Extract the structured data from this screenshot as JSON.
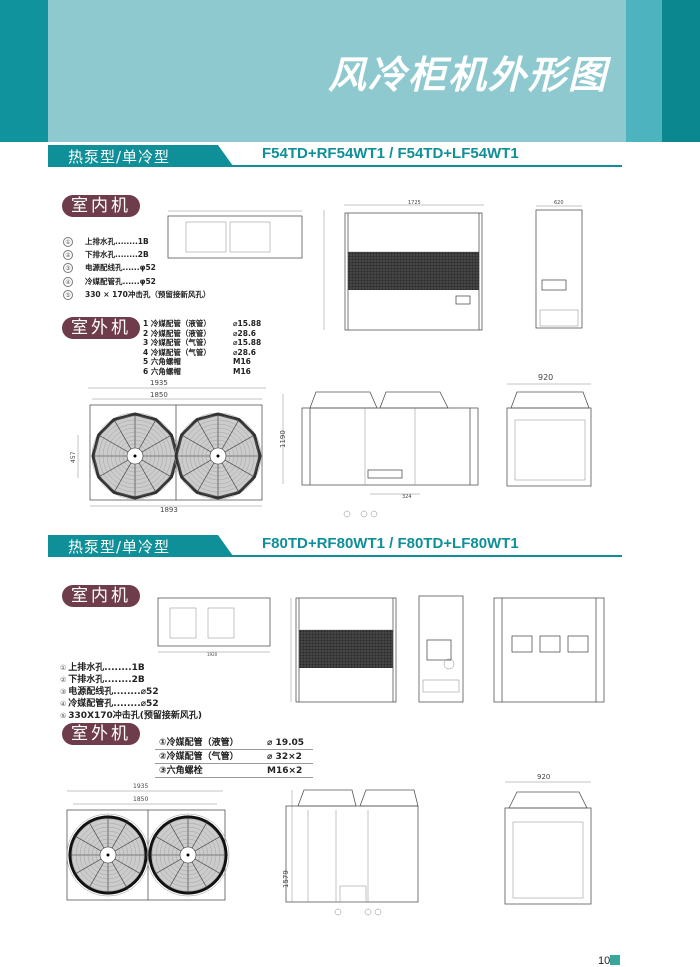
{
  "header": {
    "title": "风冷柜机外形图"
  },
  "sections": [
    {
      "type_label": "热泵型/单冷型",
      "model": "F54TD+RF54WT1 / F54TD+LF54WT1",
      "indoor_label": "室内机",
      "outdoor_label": "室外机",
      "indoor_legend": [
        {
          "n": "①",
          "text": "上排水孔........1B"
        },
        {
          "n": "②",
          "text": "下排水孔........2B"
        },
        {
          "n": "③",
          "text": "电源配线孔......φ52"
        },
        {
          "n": "④",
          "text": "冷媒配管孔......φ52"
        },
        {
          "n": "⑤",
          "text": "330 × 170冲击孔（预留接新风孔）"
        }
      ],
      "outdoor_legend": [
        {
          "label": "1 冷媒配管（液管）",
          "value": "⌀15.88"
        },
        {
          "label": "2 冷媒配管（液管）",
          "value": "⌀28.6"
        },
        {
          "label": "3 冷媒配管（气管）",
          "value": "⌀15.88"
        },
        {
          "label": "4 冷媒配管（气管）",
          "value": "⌀28.6"
        },
        {
          "label": "5 六角螺帽",
          "value": "M16"
        },
        {
          "label": "6 六角螺帽",
          "value": "M16"
        }
      ],
      "dims": {
        "top_w": "1935",
        "top_inner": "1850",
        "top_bottom": "1893",
        "top_h": "457",
        "front_h": "1190",
        "front_sub": "324",
        "side_w": "920",
        "indoor_w": "1725",
        "indoor_side_w": "620"
      }
    },
    {
      "type_label": "热泵型/单冷型",
      "model": "F80TD+RF80WT1 / F80TD+LF80WT1",
      "indoor_label": "室内机",
      "outdoor_label": "室外机",
      "indoor_legend": [
        {
          "n": "①",
          "text": "上排水孔........1B"
        },
        {
          "n": "②",
          "text": "下排水孔........2B"
        },
        {
          "n": "③",
          "text": "电源配线孔........⌀52"
        },
        {
          "n": "④",
          "text": "冷媒配管孔........⌀52"
        },
        {
          "n": "⑤",
          "text": "330X170冲击孔(预留接新风孔)"
        }
      ],
      "outdoor_table": [
        {
          "label": "①冷媒配管（液管）",
          "value": "⌀ 19.05"
        },
        {
          "label": "②冷媒配管（气管）",
          "value": "⌀ 32×2"
        },
        {
          "label": "③六角螺栓",
          "value": "M16×2"
        }
      ],
      "dims": {
        "top_w": "1935",
        "top_inner": "1850",
        "front_h": "1579",
        "side_w": "920",
        "indoor_w": "1920"
      }
    }
  ],
  "page_number": "10",
  "colors": {
    "teal": "#0f8f98",
    "badge": "#6e3c4a",
    "header_light": "#8ec9cf"
  }
}
